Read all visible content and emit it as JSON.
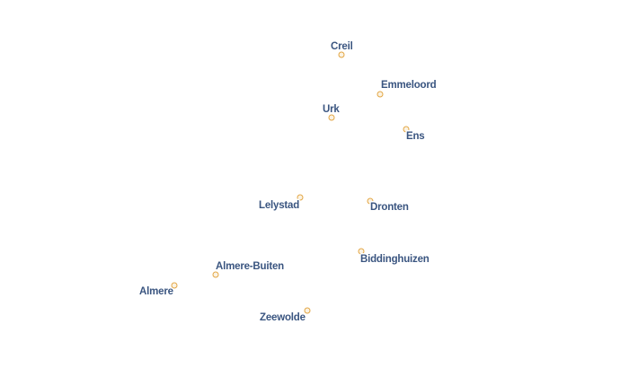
{
  "map": {
    "places": [
      {
        "name": "Creil"
      },
      {
        "name": "Emmeloord"
      },
      {
        "name": "Urk"
      },
      {
        "name": "Ens"
      },
      {
        "name": "Lelystad"
      },
      {
        "name": "Dronten"
      },
      {
        "name": "Biddinghuizen"
      },
      {
        "name": "Almere-Buiten"
      },
      {
        "name": "Almere"
      },
      {
        "name": "Zeewolde"
      }
    ],
    "colors": {
      "label_text": "#3a5580",
      "label_halo": "#ffffff",
      "marker_fill": "#fbf3e3",
      "marker_stroke": "#e3a644",
      "background": "#ffffff"
    }
  }
}
